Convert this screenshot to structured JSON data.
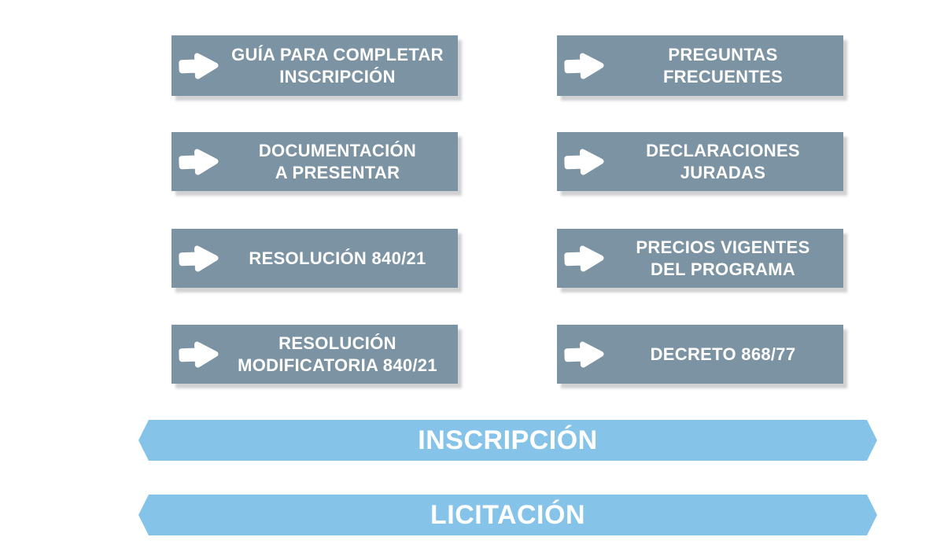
{
  "colors": {
    "button_background": "#7b93a3",
    "button_text": "#ffffff",
    "button_shadow": "#9aa0a4",
    "banner_background": "#85c3e9",
    "banner_text": "#ffffff",
    "page_background": "#ffffff"
  },
  "buttons": [
    {
      "icon": "arrow-right-icon",
      "label": "GUÍA PARA COMPLETAR\nINSCRIPCIÓN"
    },
    {
      "icon": "arrow-right-icon",
      "label": "PREGUNTAS\nFRECUENTES"
    },
    {
      "icon": "arrow-right-icon",
      "label": "DOCUMENTACIÓN\nA PRESENTAR"
    },
    {
      "icon": "arrow-right-icon",
      "label": "DECLARACIONES\nJURADAS"
    },
    {
      "icon": "arrow-right-icon",
      "label": "RESOLUCIÓN 840/21"
    },
    {
      "icon": "arrow-right-icon",
      "label": "PRECIOS VIGENTES\nDEL PROGRAMA"
    },
    {
      "icon": "arrow-right-icon",
      "label": "RESOLUCIÓN\nMODIFICATORIA 840/21"
    },
    {
      "icon": "arrow-right-icon",
      "label": "DECRETO 868/77"
    }
  ],
  "banners": [
    {
      "label": "INSCRIPCIÓN"
    },
    {
      "label": "LICITACIÓN"
    }
  ]
}
